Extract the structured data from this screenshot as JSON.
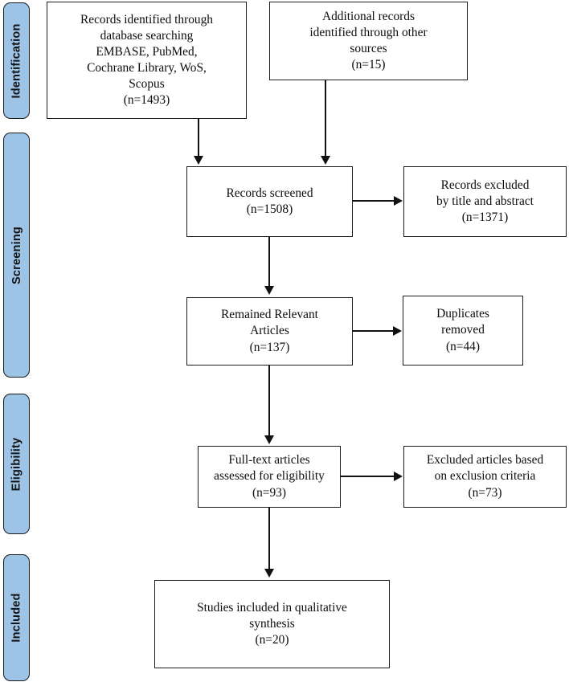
{
  "diagram": {
    "type": "prisma-flow-diagram",
    "accent_color": "#9DC3E6",
    "line_color": "#111111",
    "stages": [
      {
        "id": "identification",
        "label": "Identification"
      },
      {
        "id": "screening",
        "label": "Screening"
      },
      {
        "id": "eligibility",
        "label": "Eligibility"
      },
      {
        "id": "included",
        "label": "Included"
      }
    ],
    "boxes": {
      "database_records": {
        "text": "Records identified through\ndatabase searching\nEMBASE, PubMed,\nCochrane Library, WoS,\nScopus\n(n=1493)",
        "count": 1493
      },
      "other_records": {
        "text": "Additional records\nidentified through other\nsources\n(n=15)",
        "count": 15
      },
      "records_screened": {
        "text": "Records screened\n(n=1508)",
        "count": 1508
      },
      "records_excluded": {
        "text": "Records excluded\nby title and abstract\n(n=1371)",
        "count": 1371
      },
      "remained_relevant": {
        "text": "Remained Relevant\nArticles\n(n=137)",
        "count": 137
      },
      "duplicates_removed": {
        "text": "Duplicates\nremoved\n(n=44)",
        "count": 44
      },
      "fulltext_assessed": {
        "text": "Full-text articles\nassessed for eligibility\n(n=93)",
        "count": 93
      },
      "articles_excluded": {
        "text": "Excluded articles based\non exclusion criteria\n(n=73)",
        "count": 73
      },
      "studies_included": {
        "text": "Studies included in qualitative\nsynthesis\n(n=20)",
        "count": 20
      }
    }
  }
}
